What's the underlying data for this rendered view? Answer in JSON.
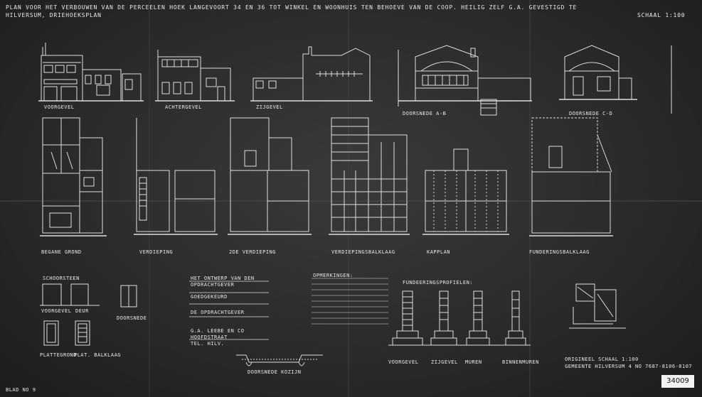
{
  "title": {
    "line1": "PLAN VOOR HET VERBOUWEN VAN DE PERCEELEN HOEK LANGEVOORT 34 EN 36 TOT WINKEL EN WOONHUIS TEN BEHOEVE VAN DE COOP. HEILIG ZELF G.A. GEVESTIGD TE",
    "line2": "HILVERSUM, DRIEHOEKSPLAN",
    "place": "SCHAAL 1:100"
  },
  "elevations": {
    "voorgevel": "VOORGEVEL",
    "achtergevel": "ACHTERGEVEL",
    "zijgevel": "ZIJGEVEL",
    "doorsnede_ab": "DOORSNEDE A-B",
    "doorsnede_cd": "DOORSNEDE C-D"
  },
  "plans": {
    "begane_grond": "BEGANE GROND",
    "verdieping": "VERDIEPING",
    "2de_verdieping": "2DE VERDIEPING",
    "kapverdieping": "VERDIEPINGSBALKLAAG",
    "kapplan": "KAPPLAN",
    "fundering": "FUNDERINGSBALKLAAG"
  },
  "details": {
    "schoorsteen": "SCHOORSTEEN",
    "voorgevel": "VOORGEVEL",
    "deur": "DEUR",
    "doorsnede": "DOORSNEDE",
    "plattegrond": "PLATTEGROND",
    "plafond": "PLAT. BALKLAAG"
  },
  "legend_box": {
    "l1": "HET ONTWERP VAN DEN",
    "l2": "OPDRACHTGEVER",
    "l3": "GOEDGEKEURD",
    "l4": "DE OPDRACHTGEVER",
    "l5": "G.A. LEEBE EN CO",
    "l6": "HOOFDSTRAAT",
    "l7": "TEL. HILV."
  },
  "notes_box": {
    "header": "OPMERKINGEN:"
  },
  "foundation": {
    "title": "FUNDEERINGSPROFIELEN:",
    "labels": [
      "VOORGEVEL",
      "ZIJGEVEL",
      "MUREN",
      "BINNENMUREN"
    ]
  },
  "footer": {
    "bottom_center": "DOORSNEDE KOZIJN",
    "company": "ORIGINEEL SCHAAL 1:100",
    "ref": "GEMEENTE HILVERSUM 4 No 7687-8106-8107",
    "sheet_no": "Blad No 9",
    "stamp": "34009"
  }
}
